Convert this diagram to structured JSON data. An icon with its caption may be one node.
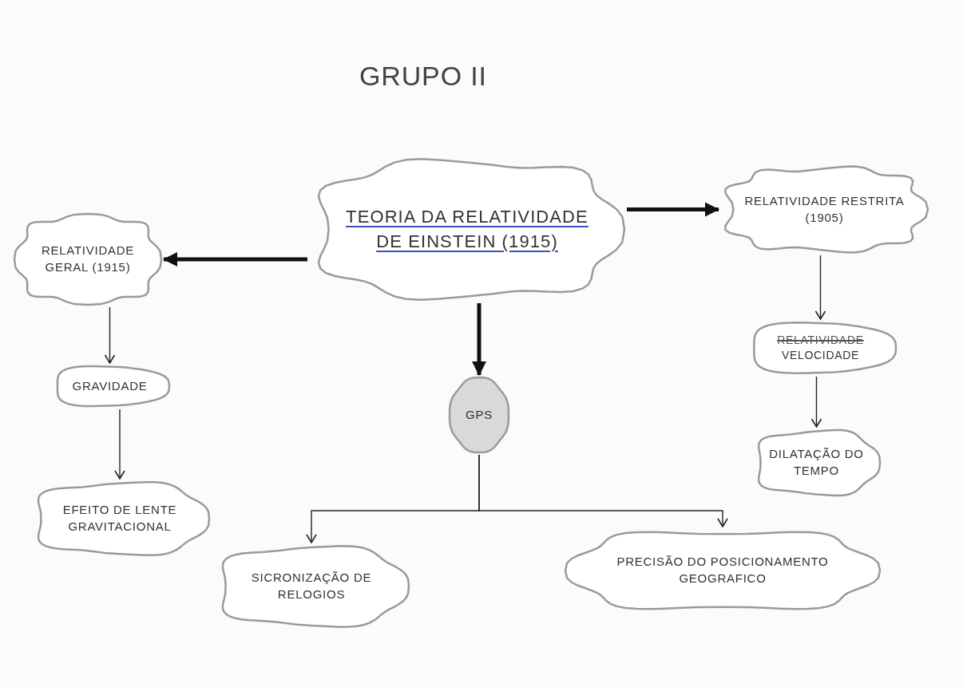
{
  "diagram": {
    "title": "GRUPO II",
    "nodes": [
      {
        "text": [
          "TEORIA DA RELATIVIDADE DE EINSTEIN (1915)"
        ]
      },
      {
        "text": [
          "RELATIVIDADE GERAL (1915)"
        ]
      },
      {
        "text": [
          "RELATIVIDADE RESTRITA (1905)"
        ]
      },
      {
        "text": [
          "GRAVIDADE"
        ]
      },
      {
        "text": [
          "EFEITO DE LENTE GRAVITACIONAL"
        ]
      },
      {
        "text": [
          "GPS"
        ]
      },
      {
        "text": [
          "RELATIVIDADE",
          "VELOCIDADE"
        ]
      },
      {
        "text": [
          "DILATAÇÃO DO TEMPO"
        ]
      },
      {
        "text": [
          "SICRONIZAÇÃO DE RELOGIOS"
        ]
      },
      {
        "text": [
          "PRECISÃO DO POSICIONAMENTO GEOGRAFICO"
        ]
      }
    ],
    "edges": [
      {
        "from": 0,
        "to": 1,
        "arrow": "to",
        "style": "thick"
      },
      {
        "from": 0,
        "to": 2,
        "arrow": "to",
        "style": "thick"
      },
      {
        "from": 0,
        "to": 5,
        "arrow": "to",
        "style": "thick"
      },
      {
        "from": 1,
        "to": 3,
        "arrow": "to"
      },
      {
        "from": 3,
        "to": 4,
        "arrow": "to"
      },
      {
        "from": 2,
        "to": 6,
        "arrow": "to"
      },
      {
        "from": 6,
        "to": 7,
        "arrow": "to"
      },
      {
        "from": 5,
        "to": 8,
        "arrow": "to"
      },
      {
        "from": 5,
        "to": 9,
        "arrow": "to"
      }
    ]
  }
}
